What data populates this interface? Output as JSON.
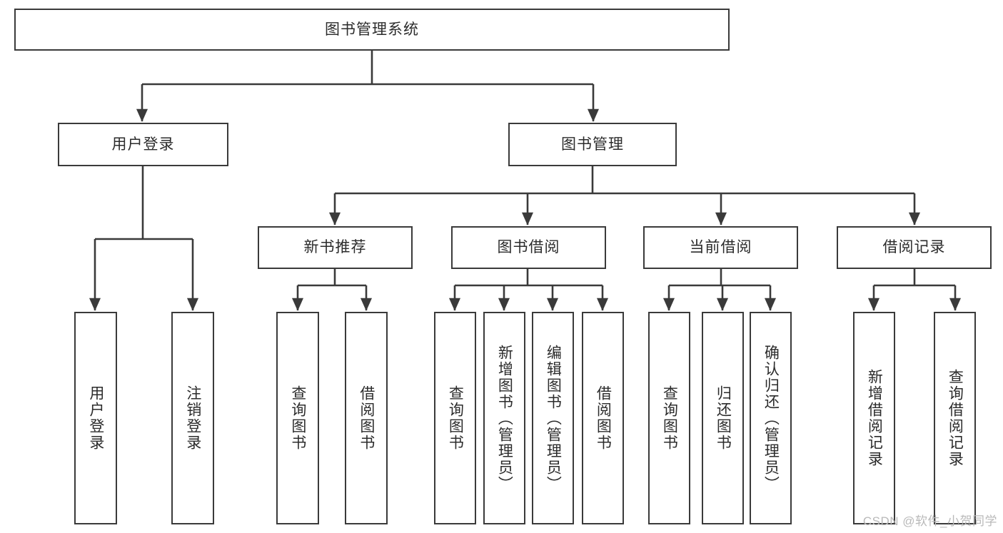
{
  "diagram": {
    "type": "tree",
    "title": "图书管理系统",
    "orientation": "top-down",
    "colors": {
      "box_border": "#3a3a3a",
      "box_fill": "#ffffff",
      "connector": "#3a3a3a",
      "text": "#2b2b2b",
      "watermark": "#b9b9b9",
      "background": "#ffffff"
    },
    "root": {
      "label": "图书管理系统"
    },
    "level2": [
      {
        "label": "用户登录"
      },
      {
        "label": "图书管理"
      }
    ],
    "level3": [
      {
        "label": "新书推荐"
      },
      {
        "label": "图书借阅"
      },
      {
        "label": "当前借阅"
      },
      {
        "label": "借阅记录"
      }
    ],
    "leaves": {
      "user_login": [
        {
          "label": "用户登录"
        },
        {
          "label": "注销登录"
        }
      ],
      "new_book": [
        {
          "label": "查询图书"
        },
        {
          "label": "借阅图书"
        }
      ],
      "book_borrow": [
        {
          "label": "查询图书"
        },
        {
          "label": "新增图书（管理员）"
        },
        {
          "label": "编辑图书（管理员）"
        },
        {
          "label": "借阅图书"
        }
      ],
      "current_borrow": [
        {
          "label": "查询图书"
        },
        {
          "label": "归还图书"
        },
        {
          "label": "确认归还（管理员）"
        }
      ],
      "borrow_record": [
        {
          "label": "新增借阅记录"
        },
        {
          "label": "查询借阅记录"
        }
      ]
    }
  },
  "watermark": {
    "text": "CSDN @软件_小贺同学"
  }
}
